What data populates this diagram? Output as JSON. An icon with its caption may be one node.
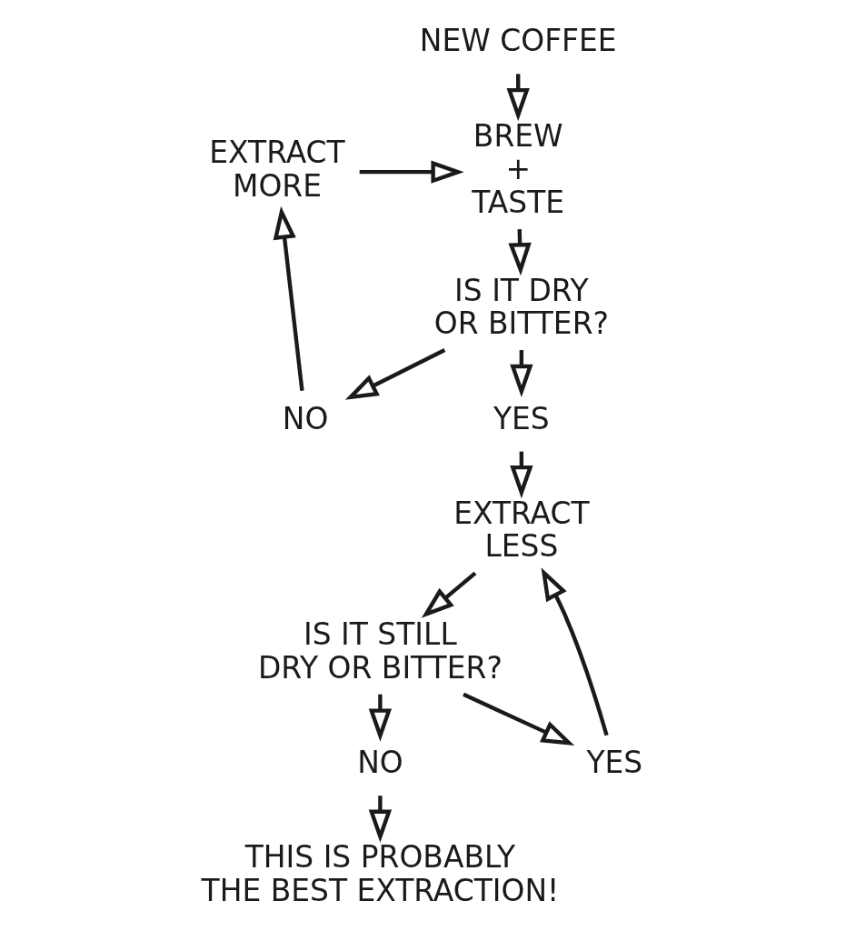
{
  "diagram": {
    "nodes": [
      {
        "text": [
          "NEW COFFEE"
        ]
      },
      {
        "text": [
          "BREW + TASTE"
        ]
      },
      {
        "text": [
          "EXTRACT MORE"
        ]
      },
      {
        "text": [
          "IS IT DRY OR BITTER?"
        ]
      },
      {
        "text": [
          "NO"
        ]
      },
      {
        "text": [
          "YES"
        ]
      },
      {
        "text": [
          "EXTRACT LESS"
        ]
      },
      {
        "text": [
          "IS IT STILL DRY OR BITTER?"
        ]
      },
      {
        "text": [
          "NO"
        ]
      },
      {
        "text": [
          "YES"
        ]
      },
      {
        "text": [
          "THIS IS PROBABLY THE BEST EXTRACTION!"
        ]
      }
    ],
    "edges": [
      {
        "from": 0,
        "to": 1,
        "arrow": "to"
      },
      {
        "from": 2,
        "to": 1,
        "arrow": "to"
      },
      {
        "from": 1,
        "to": 3,
        "arrow": "to"
      },
      {
        "from": 4,
        "to": 2,
        "arrow": "to"
      },
      {
        "from": 3,
        "to": 4,
        "arrow": "to"
      },
      {
        "from": 3,
        "to": 5,
        "arrow": "to"
      },
      {
        "from": 5,
        "to": 6,
        "arrow": "to"
      },
      {
        "from": 6,
        "to": 7,
        "arrow": "to"
      },
      {
        "from": 7,
        "to": 8,
        "arrow": "to"
      },
      {
        "from": 7,
        "to": 9,
        "arrow": "to"
      },
      {
        "from": 9,
        "to": 6,
        "arrow": "to"
      },
      {
        "from": 8,
        "to": 10,
        "arrow": "to"
      }
    ]
  }
}
